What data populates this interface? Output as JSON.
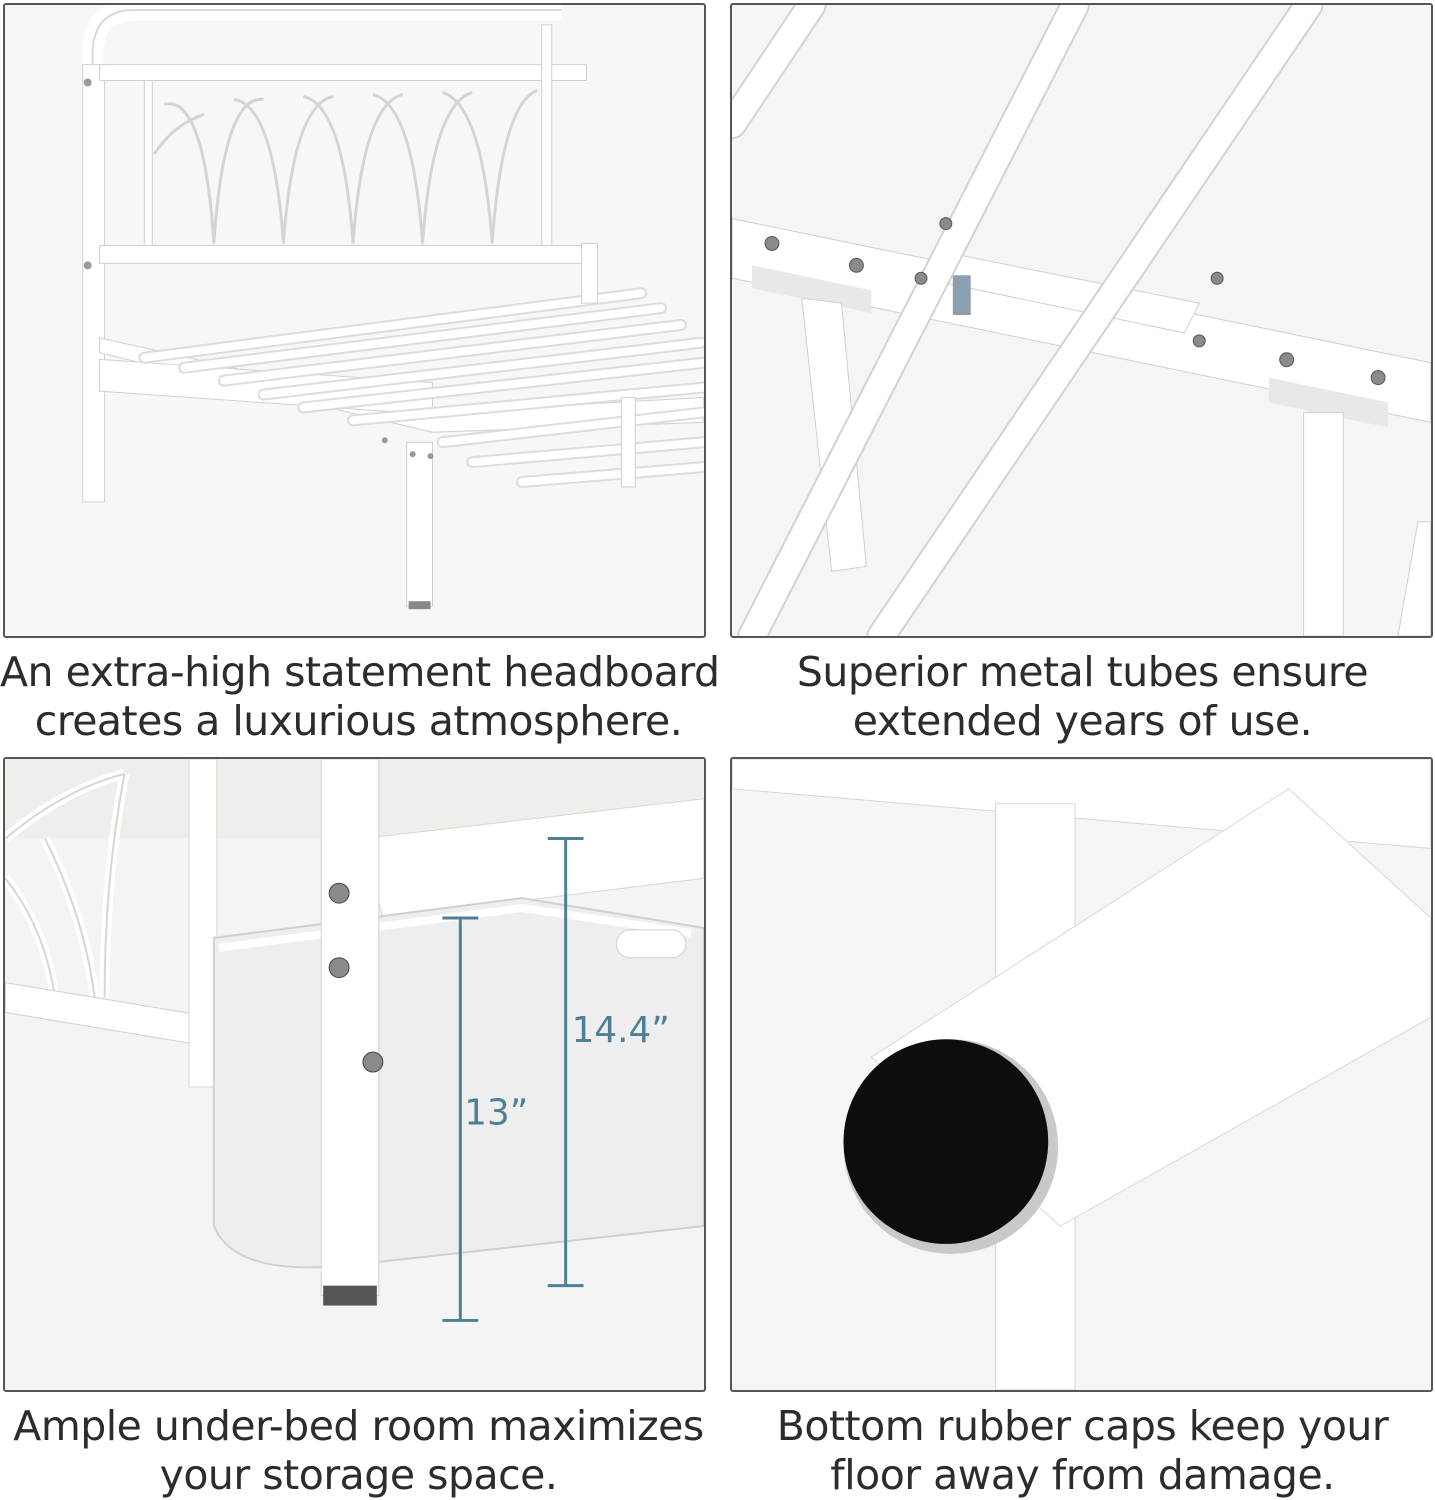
{
  "panels": [
    {
      "caption": [
        "An extra-high statement headboard",
        "creates a luxurious atmosphere."
      ]
    },
    {
      "caption": [
        "Superior metal tubes ensure",
        "extended years of use."
      ]
    },
    {
      "caption": [
        "Ample under-bed room maximizes",
        "your storage space."
      ],
      "dimensions": {
        "storage_height": "13”",
        "total_height": "14.4”"
      }
    },
    {
      "caption": [
        "Bottom rubber caps keep your",
        "floor away from damage."
      ]
    }
  ],
  "colors": {
    "frame": "#ffffff",
    "border": "#555555",
    "dimension": "#4f7e97",
    "rubber_cap": "#0d0d0d"
  }
}
